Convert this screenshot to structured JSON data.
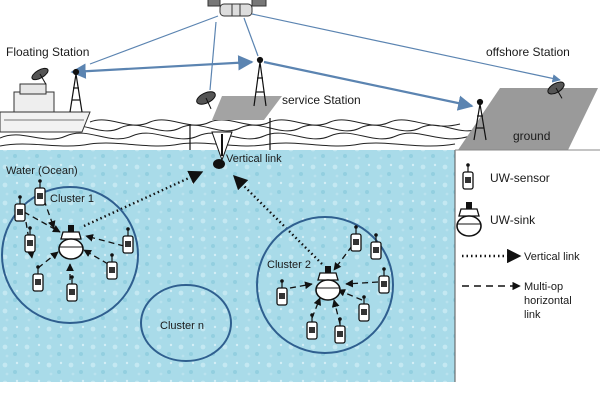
{
  "labels": {
    "floating_station": "Floating Station",
    "offshore_station": "offshore Station",
    "service_station": "service Station",
    "ground": "ground",
    "water": "Water (Ocean)",
    "vertical_link": "Vertical link",
    "cluster_1": "Cluster 1",
    "cluster_2": "Cluster 2",
    "cluster_n": "Cluster n"
  },
  "legend": {
    "uw_sensor": "UW-sensor",
    "uw_sink": "UW-sink",
    "vertical_link": "Vertical link",
    "multihop_line1": "Multi-op",
    "multihop_line2": "horizontal",
    "multihop_line3": "link"
  },
  "colors": {
    "water": "#a9dbe9",
    "water_surface": "#8ccfe2",
    "cluster_stroke": "#2f5f8f",
    "link_arrow": "#5b84b1",
    "ground": "#9a9a9a",
    "ink": "#111111"
  }
}
